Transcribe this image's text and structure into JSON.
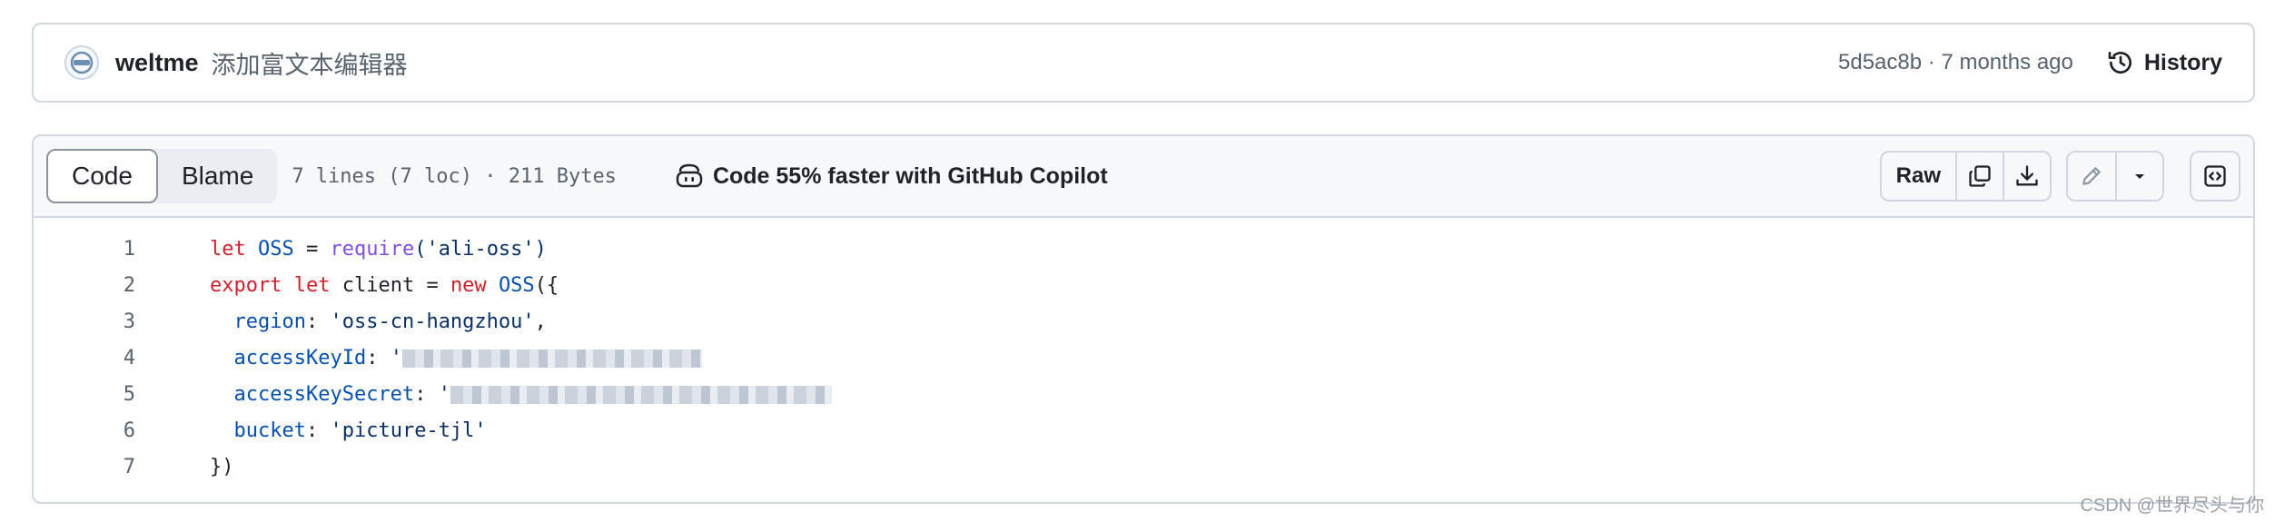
{
  "commit": {
    "author": "weltme",
    "message": "添加富文本编辑器",
    "meta": "5d5ac8b · 7 months ago",
    "history_label": "History"
  },
  "file": {
    "tabs": [
      {
        "label": "Code",
        "active": true
      },
      {
        "label": "Blame",
        "active": false
      }
    ],
    "info": "7 lines (7 loc) · 211 Bytes",
    "copilot_label": "Code 55% faster with GitHub Copilot",
    "raw_label": "Raw"
  },
  "code": {
    "lines": [
      {
        "n": "1"
      },
      {
        "n": "2"
      },
      {
        "n": "3"
      },
      {
        "n": "4"
      },
      {
        "n": "5"
      },
      {
        "n": "6"
      },
      {
        "n": "7"
      }
    ],
    "tokens": {
      "let": "let",
      "oss": "OSS",
      "eq": " = ",
      "require": "require",
      "ali_oss": "('ali-oss')",
      "export": "export",
      "client": " client = ",
      "new": "new",
      "open": "({",
      "region_key": "region",
      "region_val": "'oss-cn-hangzhou'",
      "ak_key": "accessKeyId",
      "aks_key": "accessKeySecret",
      "bucket_key": "bucket",
      "bucket_val": "'picture-tjl'",
      "close": "})",
      "colon": ": ",
      "comma": ",",
      "quote": "'"
    }
  },
  "watermark": "CSDN @世界尽头与你",
  "colors": {
    "keyword": "#cf222e",
    "function": "#8250df",
    "constant": "#0550ae",
    "string": "#0a3069"
  }
}
